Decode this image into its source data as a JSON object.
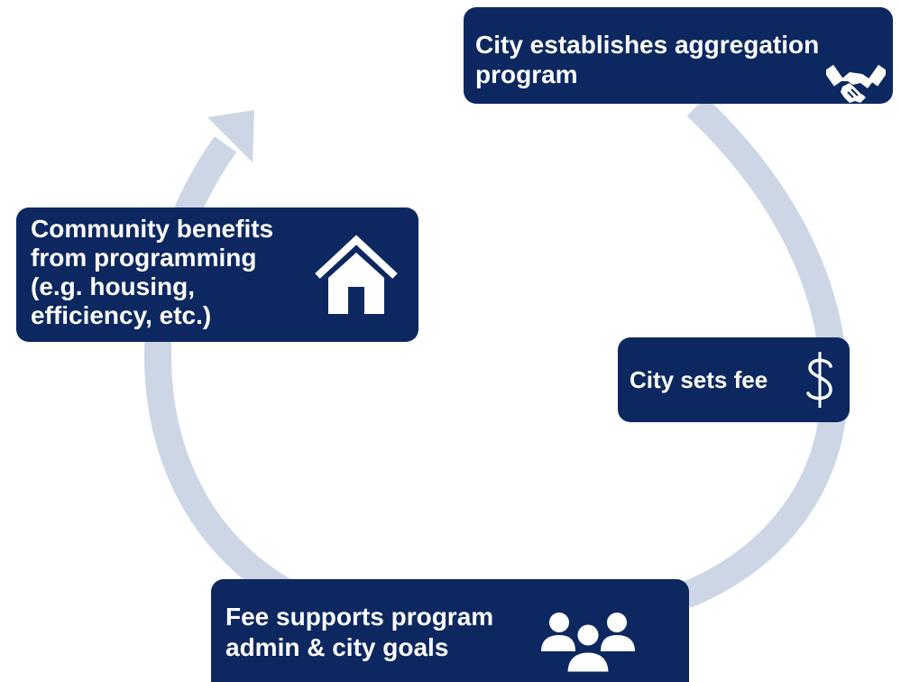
{
  "colors": {
    "box_fill": "#0d2860",
    "box_text": "#ffffff",
    "ring": "#ccd6e5"
  },
  "steps": [
    {
      "label": "City  establishes aggregation\nprogram",
      "icon": "handshake-icon"
    },
    {
      "label": "City sets fee",
      "icon": "dollar-icon"
    },
    {
      "label": "Fee supports program\nadmin & city goals",
      "icon": "people-group-icon"
    },
    {
      "label": "Community benefits\nfrom programming\n(e.g. housing,\nefficiency, etc.)",
      "icon": "house-icon"
    }
  ]
}
